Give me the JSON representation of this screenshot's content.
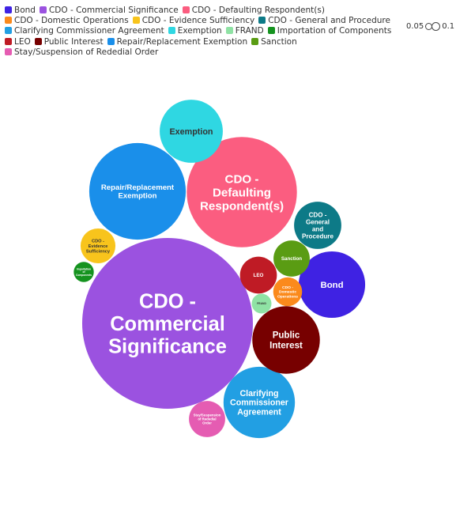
{
  "chart_data": {
    "type": "bubble",
    "size_legend": {
      "min_label": "0.05",
      "max_label": "0.1"
    },
    "categories": [
      {
        "name": "Bond",
        "label": [
          "Bond"
        ],
        "color": "#3f22e3",
        "text": "#ffffff",
        "value": 0.091
      },
      {
        "name": "CDO - Commercial Significance",
        "label": [
          "CDO -",
          "Commercial",
          "Significance"
        ],
        "color": "#9b52e0",
        "text": "#ffffff",
        "value": 0.6
      },
      {
        "name": "CDO - Defaulting Respondent(s)",
        "label": [
          "CDO -",
          "Defaulting",
          "Respondent(s)"
        ],
        "color": "#fb5d80",
        "text": "#ffffff",
        "value": 0.25
      },
      {
        "name": "CDO - Domestic Operations",
        "label": [
          "CDO -",
          "Domestic",
          "Operations"
        ],
        "color": "#fb8a1c",
        "text": "#ffffff",
        "value": 0.0172
      },
      {
        "name": "CDO - Evidence Sufficiency",
        "label": [
          "CDO -",
          "Evidence",
          "Sufficiency"
        ],
        "color": "#f8c41c",
        "text": "#333333",
        "value": 0.025
      },
      {
        "name": "CDO - General and Procedure",
        "label": [
          "CDO -",
          "General",
          "and",
          "Procedure"
        ],
        "color": "#0d7a87",
        "text": "#ffffff",
        "value": 0.046
      },
      {
        "name": "Clarifying Commissioner Agreement",
        "label": [
          "Clarifying",
          "Commissioner",
          "Agreement"
        ],
        "color": "#229fe3",
        "text": "#ffffff",
        "value": 0.105
      },
      {
        "name": "Exemption",
        "label": [
          "Exemption"
        ],
        "color": "#2fd7e2",
        "text": "#333333",
        "value": 0.082
      },
      {
        "name": "FRAND",
        "label": [
          "FRAND"
        ],
        "color": "#8fe2a4",
        "text": "#333333",
        "value": 0.008
      },
      {
        "name": "Importation of Components",
        "label": [
          "Importation",
          "of",
          "Components"
        ],
        "color": "#15931f",
        "text": "#ffffff",
        "value": 0.0083
      },
      {
        "name": "LEO",
        "label": [
          "LEO"
        ],
        "color": "#bf1b25",
        "text": "#ffffff",
        "value": 0.028
      },
      {
        "name": "Public Interest",
        "label": [
          "Public",
          "Interest"
        ],
        "color": "#770000",
        "text": "#ffffff",
        "value": 0.094
      },
      {
        "name": "Repair/Replacement Exemption",
        "label": [
          "Repair/Replacement",
          "Exemption"
        ],
        "color": "#1a8fea",
        "text": "#ffffff",
        "value": 0.192
      },
      {
        "name": "Sanction",
        "label": [
          "Sanction"
        ],
        "color": "#5a9c13",
        "text": "#ffffff",
        "value": 0.027
      },
      {
        "name": "Stay/Suspension of Rededial Order",
        "label": [
          "Stay/Suspension",
          "of Rededial",
          "Order"
        ],
        "color": "#e55cb2",
        "text": "#ffffff",
        "value": 0.027
      }
    ]
  }
}
